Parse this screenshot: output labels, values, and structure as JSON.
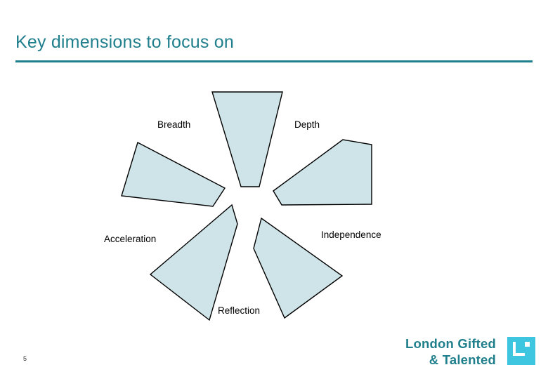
{
  "slide": {
    "title": "Key dimensions to focus on",
    "page_number": "5",
    "accent_color": "#1f7f8c",
    "petal_fill": "#cfe4e8",
    "petal_stroke": "#000000"
  },
  "diagram": {
    "type": "petal-diagram",
    "petals": [
      {
        "id": "breadth",
        "label": "Breadth"
      },
      {
        "id": "depth",
        "label": "Depth"
      },
      {
        "id": "independence",
        "label": "Independence"
      },
      {
        "id": "reflection",
        "label": "Reflection"
      },
      {
        "id": "acceleration",
        "label": "Acceleration"
      }
    ]
  },
  "logo": {
    "line1": "London Gifted",
    "line2": "& Talented",
    "mark_color": "#3ec6e0"
  }
}
